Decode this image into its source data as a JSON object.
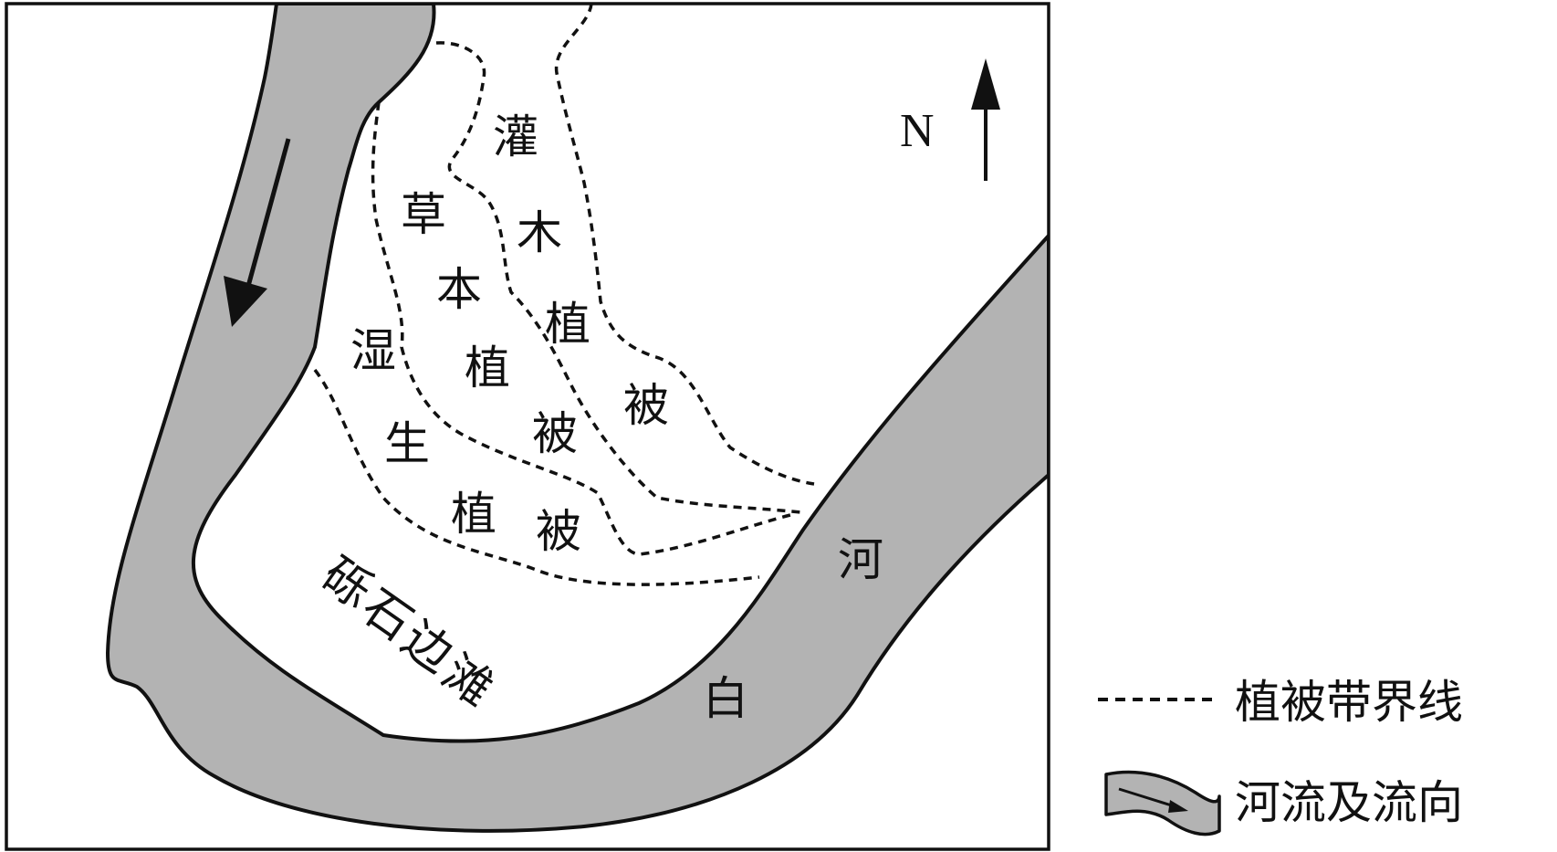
{
  "map": {
    "compass_letter": "N",
    "zones": {
      "shrub": [
        "灌",
        "木",
        "植",
        "被"
      ],
      "herb": [
        "草",
        "本",
        "植",
        "被"
      ],
      "wet": [
        "湿",
        "生",
        "植",
        "被"
      ],
      "gravel": [
        "砾",
        "石",
        "边",
        "滩"
      ]
    },
    "river_name": [
      "白",
      "河"
    ]
  },
  "legend": {
    "boundary_label": "植被带界线",
    "river_label": "河流及流向"
  },
  "colors": {
    "river_fill": "#b3b3b3",
    "line": "#111111",
    "background": "#ffffff"
  },
  "icons": [
    "north-arrow-icon",
    "flow-direction-arrow-icon",
    "dashed-line-symbol",
    "river-ribbon-symbol"
  ]
}
